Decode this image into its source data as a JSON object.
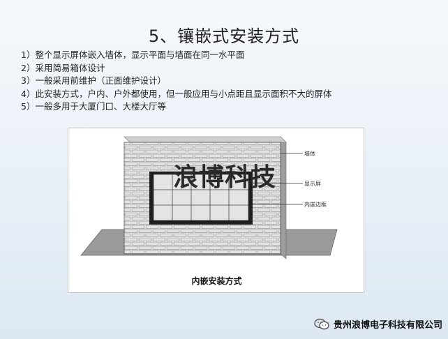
{
  "title": "5、镶嵌式安装方式",
  "bullets": [
    "1）整个显示屏体嵌入墙体，显示平面与墙面在同一水平面",
    "2）采用简易箱体设计",
    "3）一般采用前维护（正面维护设计）",
    "4）此安装方式，户内、户外都使用，但一般应用与小点距且显示面积不大的屏体",
    "5）一般多用于大厦门口、大楼大厅等"
  ],
  "figure": {
    "caption": "内嵌安装方式",
    "labels": {
      "wall": "墙体",
      "screen": "显示屏",
      "frame": "内嵌边框"
    }
  },
  "watermark": "浪博科技",
  "footer": {
    "company": "贵州浪博电子科技有限公司",
    "icon": "wechat-icon"
  },
  "colors": {
    "background_top": "#f6f9fc",
    "background_bottom": "#dde8f3",
    "screen_frame": "#222222",
    "screen_fill": "#e6e6e6"
  }
}
